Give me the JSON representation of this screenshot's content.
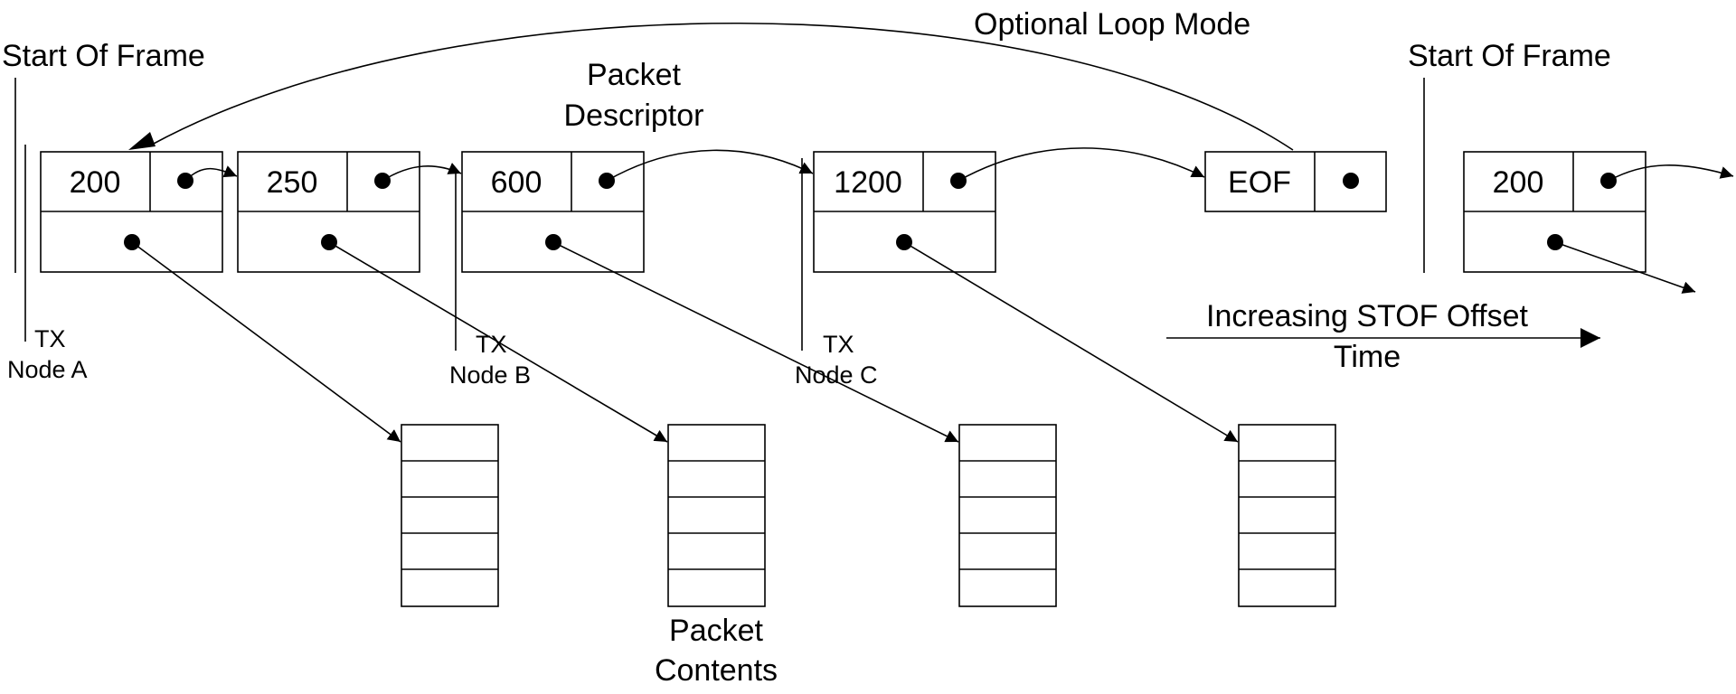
{
  "labels": {
    "loop_mode": "Optional Loop Mode",
    "start_of_frame": "Start Of Frame",
    "packet_descriptor_line1": "Packet",
    "packet_descriptor_line2": "Descriptor",
    "packet_contents_line1": "Packet",
    "packet_contents_line2": "Contents",
    "time_axis_line1": "Increasing STOF Offset",
    "time_axis_line2": "Time"
  },
  "descriptors": [
    {
      "value": "200"
    },
    {
      "value": "250"
    },
    {
      "value": "600"
    },
    {
      "value": "1200"
    },
    {
      "value": "EOF"
    },
    {
      "value": "200"
    }
  ],
  "tx_markers": [
    {
      "line1": "TX",
      "line2": "Node A"
    },
    {
      "line1": "TX",
      "line2": "Node B"
    },
    {
      "line1": "TX",
      "line2": "Node C"
    }
  ],
  "colors": {
    "ink": "#000000",
    "background": "#ffffff"
  }
}
